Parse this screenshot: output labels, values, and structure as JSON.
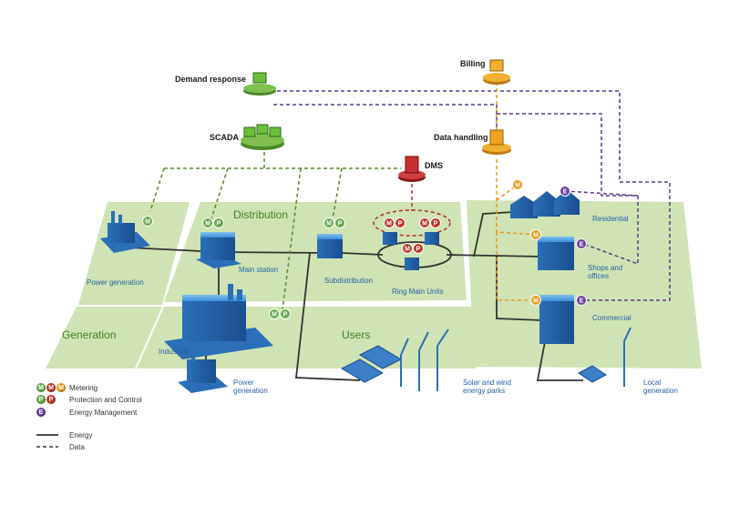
{
  "zones": {
    "distribution": "Distribution",
    "generation": "Generation",
    "users": "Users"
  },
  "control": {
    "demand_response": "Demand response",
    "scada": "SCADA",
    "billing": "Billing",
    "data_handling": "Data handling",
    "dms": "DMS"
  },
  "nodes": {
    "power_generation_left": "Power generation",
    "main_station": "Main station",
    "subdistribution": "Subdistribution",
    "ring_main_units": "Ring Main Units",
    "residential": "Residential",
    "shops_offices": "Shops and\noffices",
    "commercial": "Commercial",
    "industrial": "Industrial",
    "power_generation_bottom": "Power\ngeneration",
    "solar_wind": "Solar and wind\nenergy parks",
    "local_generation": "Local\ngeneration"
  },
  "badges": {
    "metering": "M",
    "protection": "P",
    "energy_mgmt": "E"
  },
  "legend": [
    {
      "icons": [
        "M",
        "M",
        "M"
      ],
      "colors": [
        "#6aa84f",
        "#c0392b",
        "#e69a1c"
      ],
      "text": "Metering"
    },
    {
      "icons": [
        "P",
        "P"
      ],
      "colors": [
        "#6aa84f",
        "#c0392b"
      ],
      "text": "Protection and Control"
    },
    {
      "icons": [
        "E"
      ],
      "colors": [
        "#6a3fa0"
      ],
      "text": "Energy Management"
    },
    {
      "icons": [],
      "colors": [],
      "text": "Energy",
      "line": "solid"
    },
    {
      "icons": [],
      "colors": [],
      "text": "Data",
      "line": "dashed"
    }
  ],
  "colors": {
    "zone_fill": "#cfe3b4",
    "building": "#2f7fc8",
    "energy_line": "#333333",
    "data_green": "#5a8a2a",
    "data_purple": "#5a3a8a",
    "data_orange": "#e69a1c",
    "data_red": "#b03030",
    "metering_green": "#6aa84f",
    "metering_red": "#c0392b",
    "metering_orange": "#e69a1c",
    "energy_purple": "#6a3fa0"
  }
}
